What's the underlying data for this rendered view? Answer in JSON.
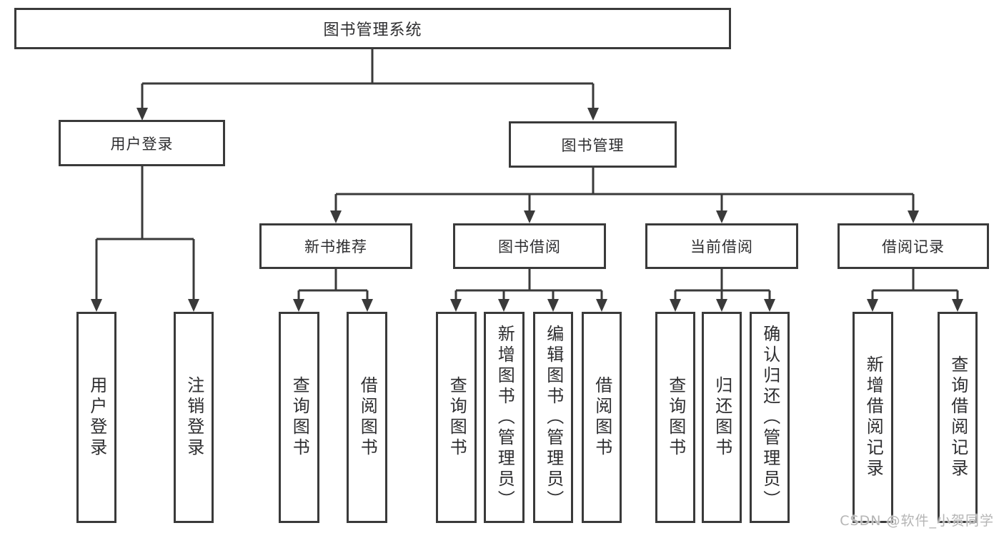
{
  "tree": {
    "label": "图书管理系统",
    "children": [
      {
        "label": "用户登录",
        "children": [
          {
            "label": "用户登录"
          },
          {
            "label": "注销登录"
          }
        ]
      },
      {
        "label": "图书管理",
        "children": [
          {
            "label": "新书推荐",
            "children": [
              {
                "label": "查询图书"
              },
              {
                "label": "借阅图书"
              }
            ]
          },
          {
            "label": "图书借阅",
            "children": [
              {
                "label": "查询图书"
              },
              {
                "label": "新增图书（管理员）"
              },
              {
                "label": "编辑图书（管理员）"
              },
              {
                "label": "借阅图书"
              }
            ]
          },
          {
            "label": "当前借阅",
            "children": [
              {
                "label": "查询图书"
              },
              {
                "label": "归还图书"
              },
              {
                "label": "确认归还（管理员）"
              }
            ]
          },
          {
            "label": "借阅记录",
            "children": [
              {
                "label": "新增借阅记录"
              },
              {
                "label": "查询借阅记录"
              }
            ]
          }
        ]
      }
    ]
  },
  "watermark": "CSDN @软件_小贺同学",
  "colors": {
    "line": "#3a3a3a",
    "box_background": "#ffffff",
    "text": "#2e2e30",
    "watermark": "#b5b5b5"
  }
}
